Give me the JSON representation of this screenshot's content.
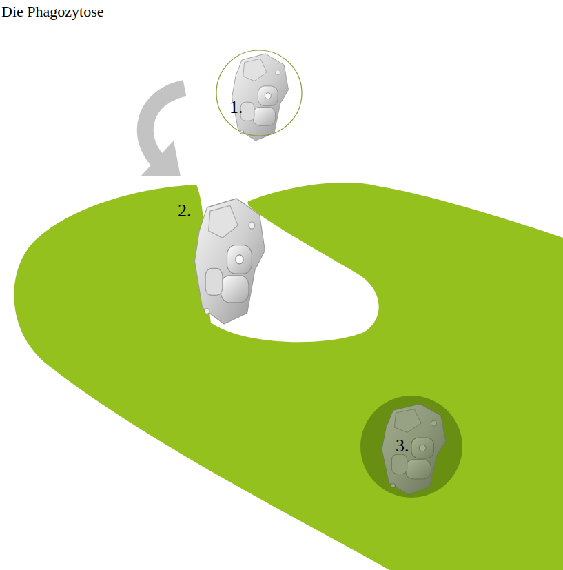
{
  "diagram": {
    "title": "Die Phagozytose",
    "nodes": [
      {
        "text": [
          "1."
        ]
      },
      {
        "text": [
          "3."
        ]
      }
    ],
    "labels": [
      "2."
    ]
  }
}
